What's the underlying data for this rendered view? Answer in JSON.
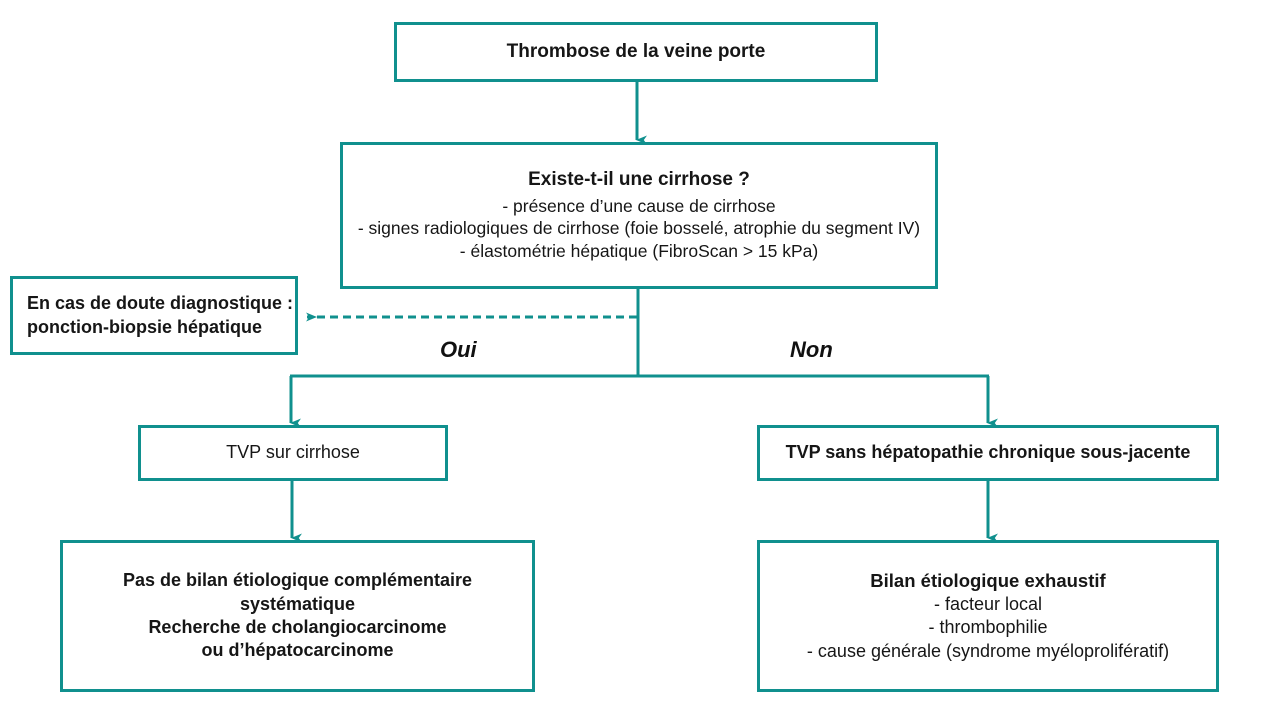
{
  "diagram": {
    "title": "Thrombose de la veine porte - arbre decisionnel",
    "accent_color": "#10908e",
    "text_color": "#161616",
    "background": "#ffffff"
  },
  "nodes": {
    "root": {
      "title": "Thrombose de la veine porte"
    },
    "question": {
      "title": "Existe-t-il une cirrhose ?",
      "lines": [
        "- présence d’une cause de cirrhose",
        "- signes radiologiques de cirrhose (foie bosselé, atrophie du segment IV)",
        "- élastométrie hépatique (FibroScan > 15 kPa)"
      ]
    },
    "biopsy": {
      "line1": "En cas de doute diagnostique :",
      "line2": "ponction-biopsie hépatique"
    },
    "tvp_cirrhose": {
      "title": "TVP sur cirrhose"
    },
    "tvp_sans": {
      "title": "TVP sans hépatopathie chronique sous-jacente"
    },
    "left_outcome": {
      "line1": "Pas de bilan étiologique complémentaire",
      "line2": "systématique",
      "line3": "Recherche de cholangiocarcinome",
      "line4": "ou d’hépatocarcinome"
    },
    "right_outcome": {
      "title": "Bilan étiologique exhaustif",
      "lines": [
        "- facteur local",
        "- thrombophilie",
        "- cause générale (syndrome myéloprolifératif)"
      ]
    }
  },
  "branch_labels": {
    "yes": "Oui",
    "no": "Non"
  }
}
